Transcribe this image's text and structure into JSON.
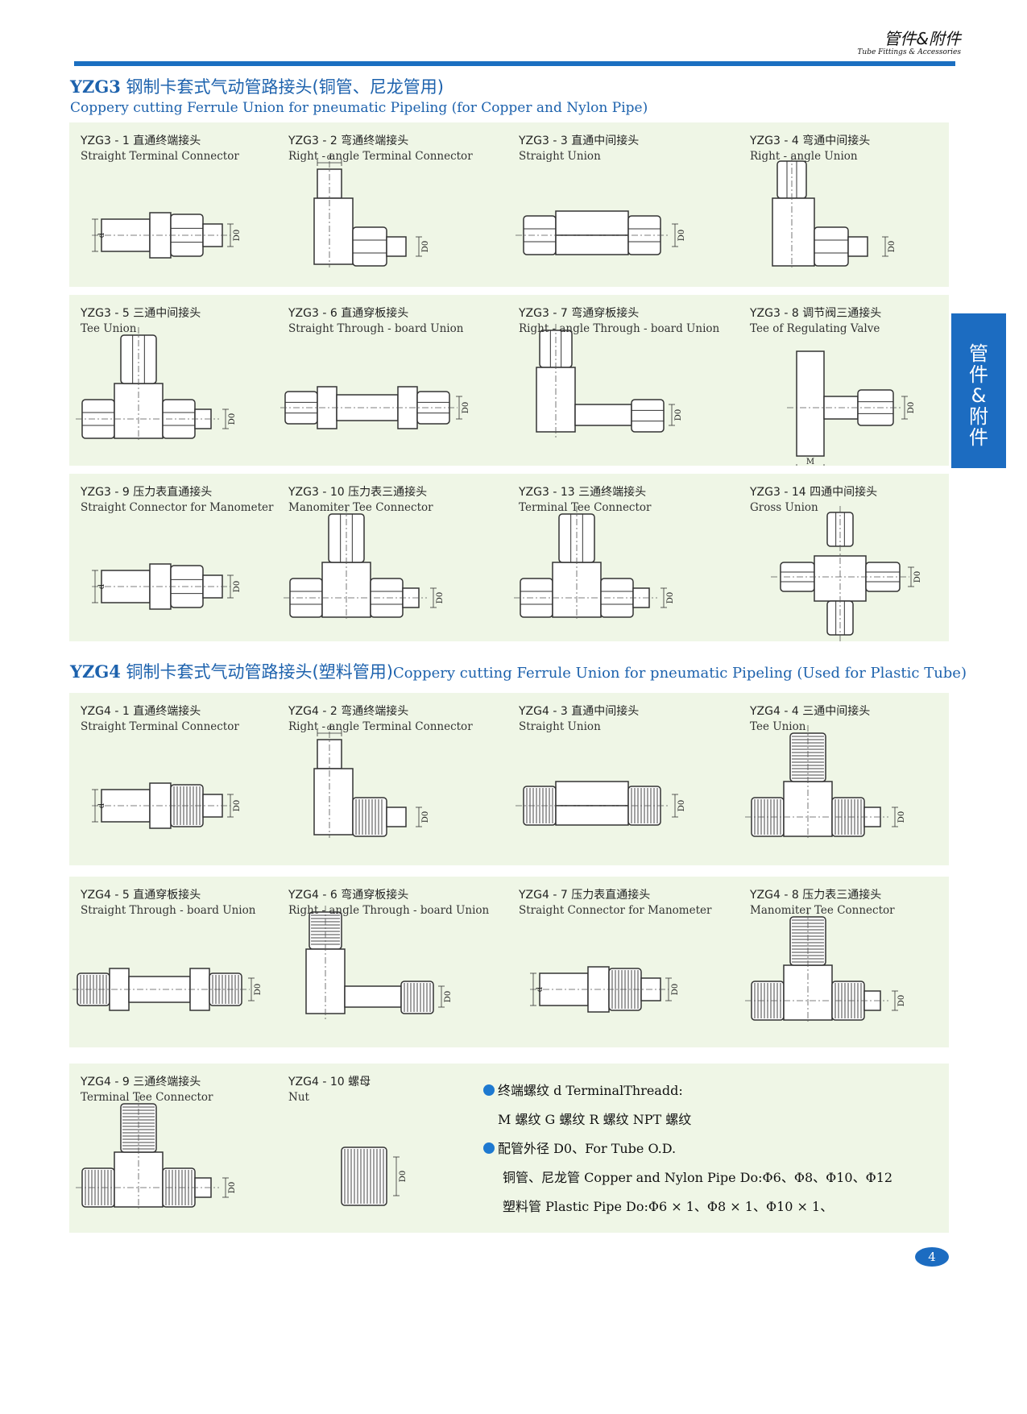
{
  "header": {
    "cn": "管件&附件",
    "en": "Tube Fittings & Accessories"
  },
  "side_tab": {
    "chars": [
      "管",
      "件",
      "&",
      "附",
      "件"
    ]
  },
  "yzg3": {
    "code": "YZG3",
    "title_cn": " 钢制卡套式气动管路接头(铜管、尼龙管用)",
    "title_en": "Coppery cutting Ferrule Union for pneumatic Pipeling (for Copper and Nylon Pipe)",
    "items": [
      {
        "id": "YZG3 - 1",
        "cn": "直通终端接头",
        "en": "Straight Terminal Connector"
      },
      {
        "id": "YZG3 - 2",
        "cn": "弯通终端接头",
        "en": "Right - angle Terminal Connector"
      },
      {
        "id": "YZG3 - 3",
        "cn": "直通中间接头",
        "en": "Straight Union"
      },
      {
        "id": "YZG3 - 4",
        "cn": "弯通中间接头",
        "en": "Right - angle Union"
      },
      {
        "id": "YZG3 - 5",
        "cn": "三通中间接头",
        "en": "Tee Union"
      },
      {
        "id": "YZG3 - 6",
        "cn": "直通穿板接头",
        "en": "Straight Through - board Union"
      },
      {
        "id": "YZG3 - 7",
        "cn": "弯通穿板接头",
        "en": "Right - angle Through - board Union"
      },
      {
        "id": "YZG3 - 8",
        "cn": "调节阀三通接头",
        "en": "Tee of Regulating Valve"
      },
      {
        "id": "YZG3 - 9",
        "cn": "压力表直通接头",
        "en": "Straight Connector for Manometer"
      },
      {
        "id": "YZG3 - 10",
        "cn": "压力表三通接头",
        "en": "Manomiter Tee Connector"
      },
      {
        "id": "YZG3 - 13",
        "cn": "三通终端接头",
        "en": "Terminal Tee Connector"
      },
      {
        "id": "YZG3 - 14",
        "cn": "四通中间接头",
        "en": "Gross Union"
      }
    ]
  },
  "yzg4": {
    "code": "YZG4",
    "title_cn": " 铜制卡套式气动管路接头(塑料管用)",
    "title_en": "Coppery cutting Ferrule Union for pneumatic Pipeling (Used for Plastic Tube)",
    "items": [
      {
        "id": "YZG4 - 1",
        "cn": "直通终端接头",
        "en": "Straight Terminal Connector"
      },
      {
        "id": "YZG4 - 2",
        "cn": "弯通终端接头",
        "en": "Right - angle Terminal Connector"
      },
      {
        "id": "YZG4 - 3",
        "cn": "直通中间接头",
        "en": "Straight Union"
      },
      {
        "id": "YZG4 - 4",
        "cn": "三通中间接头",
        "en": "Tee Union"
      },
      {
        "id": "YZG4 - 5",
        "cn": "直通穿板接头",
        "en": "Straight Through - board Union"
      },
      {
        "id": "YZG4 - 6",
        "cn": "弯通穿板接头",
        "en": "Right - angle Through - board Union"
      },
      {
        "id": "YZG4 - 7",
        "cn": "压力表直通接头",
        "en": "Straight Connector for Manometer"
      },
      {
        "id": "YZG4 - 8",
        "cn": "压力表三通接头",
        "en": "Manomiter Tee Connector"
      },
      {
        "id": "YZG4 - 9",
        "cn": "三通终端接头",
        "en": "Terminal Tee Connector"
      },
      {
        "id": "YZG4 - 10",
        "cn": "螺母",
        "en": "Nut"
      }
    ]
  },
  "dim_labels": {
    "d": "d",
    "d0": "D0",
    "m": "M"
  },
  "notes": {
    "line1": "终端螺纹 d TerminalThreadd:",
    "line2": "M 螺纹  G 螺纹  R 螺纹 NPT 螺纹",
    "line3": "配管外径 D0、For Tube O.D.",
    "line4": "铜管、尼龙管 Copper and Nylon Pipe Do:Φ6、Φ8、Φ10、Φ12",
    "line5": "塑料管 Plastic Pipe Do:Φ6 × 1、Φ8 × 1、Φ10 × 1、"
  },
  "page_number": "4"
}
